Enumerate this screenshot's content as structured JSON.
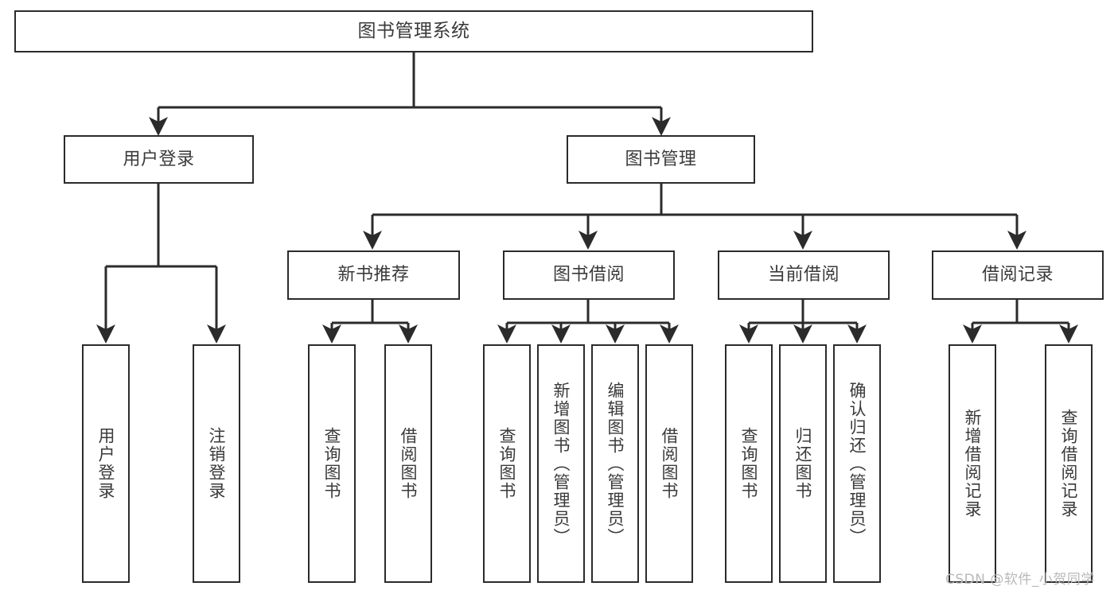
{
  "diagram": {
    "title": "图书管理系统",
    "type": "hierarchy-tree",
    "orientation": "top-down",
    "root": {
      "id": "root",
      "label": "图书管理系统"
    },
    "level1": [
      {
        "id": "user-login",
        "label": "用户登录"
      },
      {
        "id": "book-management",
        "label": "图书管理"
      }
    ],
    "level2": [
      {
        "id": "new-book-recommend",
        "label": "新书推荐",
        "parent": "book-management"
      },
      {
        "id": "book-borrow",
        "label": "图书借阅",
        "parent": "book-management"
      },
      {
        "id": "current-borrow",
        "label": "当前借阅",
        "parent": "book-management"
      },
      {
        "id": "borrow-record",
        "label": "借阅记录",
        "parent": "book-management"
      }
    ],
    "leaves": [
      {
        "id": "leaf-user-login",
        "label": "用户登录",
        "parent": "user-login"
      },
      {
        "id": "leaf-logout-login",
        "label": "注销登录",
        "parent": "user-login"
      },
      {
        "id": "leaf-query-book-1",
        "label": "查询图书",
        "parent": "new-book-recommend"
      },
      {
        "id": "leaf-borrow-book-1",
        "label": "借阅图书",
        "parent": "new-book-recommend"
      },
      {
        "id": "leaf-query-book-2",
        "label": "查询图书",
        "parent": "book-borrow"
      },
      {
        "id": "leaf-add-book",
        "label": "新增图书（管理员）",
        "parent": "book-borrow"
      },
      {
        "id": "leaf-edit-book",
        "label": "编辑图书（管理员）",
        "parent": "book-borrow"
      },
      {
        "id": "leaf-borrow-book-2",
        "label": "借阅图书",
        "parent": "book-borrow"
      },
      {
        "id": "leaf-query-book-3",
        "label": "查询图书",
        "parent": "current-borrow"
      },
      {
        "id": "leaf-return-book",
        "label": "归还图书",
        "parent": "current-borrow"
      },
      {
        "id": "leaf-confirm-return",
        "label": "确认归还（管理员）",
        "parent": "current-borrow"
      },
      {
        "id": "leaf-add-record",
        "label": "新增借阅记录",
        "parent": "borrow-record"
      },
      {
        "id": "leaf-query-record",
        "label": "查询借阅记录",
        "parent": "borrow-record"
      }
    ]
  },
  "watermark": {
    "text": "CSDN @软件_小贺同学"
  },
  "colors": {
    "stroke": "#2b2b2b",
    "text": "#3a3a3a",
    "background": "#ffffff",
    "watermark": "#b9b9b9"
  }
}
